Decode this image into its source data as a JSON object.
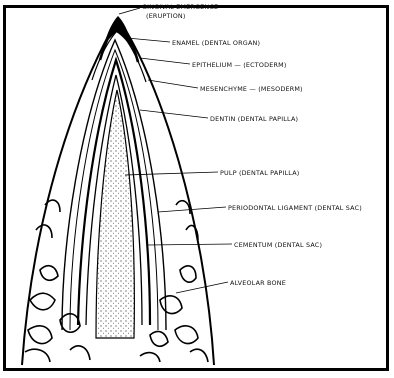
{
  "labels": {
    "gingival_emergence_line1": "GINGIVAL EMERGENCE",
    "gingival_emergence_line2": "(ERUPTION)",
    "enamel": "ENAMEL (DENTAL ORGAN)",
    "epithelium": "EPITHELIUM — (ECTODERM)",
    "mesenchyme": "MESENCHYME — (MESODERM)",
    "dentin": "DENTIN (DENTAL PAPILLA)",
    "pulp": "PULP (DENTAL PAPILLA)",
    "periodontal_ligament": "PERIODONTAL LIGAMENT (DENTAL SAC)",
    "cementum": "CEMENTUM (DENTAL SAC)",
    "alveolar_bone": "ALVEOLAR BONE"
  }
}
